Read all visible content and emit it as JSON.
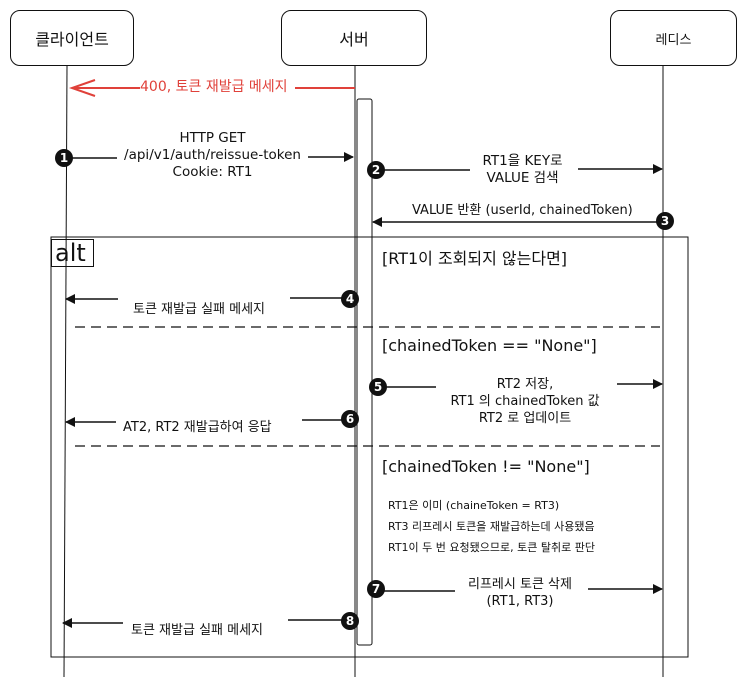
{
  "actors": {
    "client": "클라이언트",
    "server": "서버",
    "redis": "레디스"
  },
  "messages": {
    "top_error": "400, 토큰 재발급 메세지",
    "m1_line1": "HTTP GET",
    "m1_line2": "/api/v1/auth/reissue-token",
    "m1_line3": "Cookie: RT1",
    "m2_line1": "RT1을 KEY로",
    "m2_line2": "VALUE 검색",
    "m3": "VALUE 반환 (userId, chainedToken)",
    "m4": "토큰 재발급 실패 메세지",
    "m5_line1": "RT2 저장,",
    "m5_line2": "RT1 의 chainedToken 값",
    "m5_line3": "RT2 로 업데이트",
    "m6": "AT2, RT2 재발급하여 응답",
    "m7_line1": "리프레시 토큰 삭제",
    "m7_line2": "(RT1, RT3)",
    "m8": "토큰 재발급 실패 메세지"
  },
  "alt": {
    "tag": "alt",
    "guard1": "[RT1이 조회되지 않는다면]",
    "guard2": "[chainedToken == \"None\"]",
    "guard3": "[chainedToken != \"None\"]"
  },
  "notes": {
    "line1": "RT1은 이미 (chaineToken = RT3)",
    "line2": "RT3 리프레시 토큰을 재발급하는데 사용됐음",
    "line3": "RT1이 두 번 요청됐으므로, 토큰 탈취로 판단"
  },
  "badges": [
    "1",
    "2",
    "3",
    "4",
    "5",
    "6",
    "7",
    "8"
  ],
  "colors": {
    "error": "#e0413a",
    "ink": "#111111"
  }
}
